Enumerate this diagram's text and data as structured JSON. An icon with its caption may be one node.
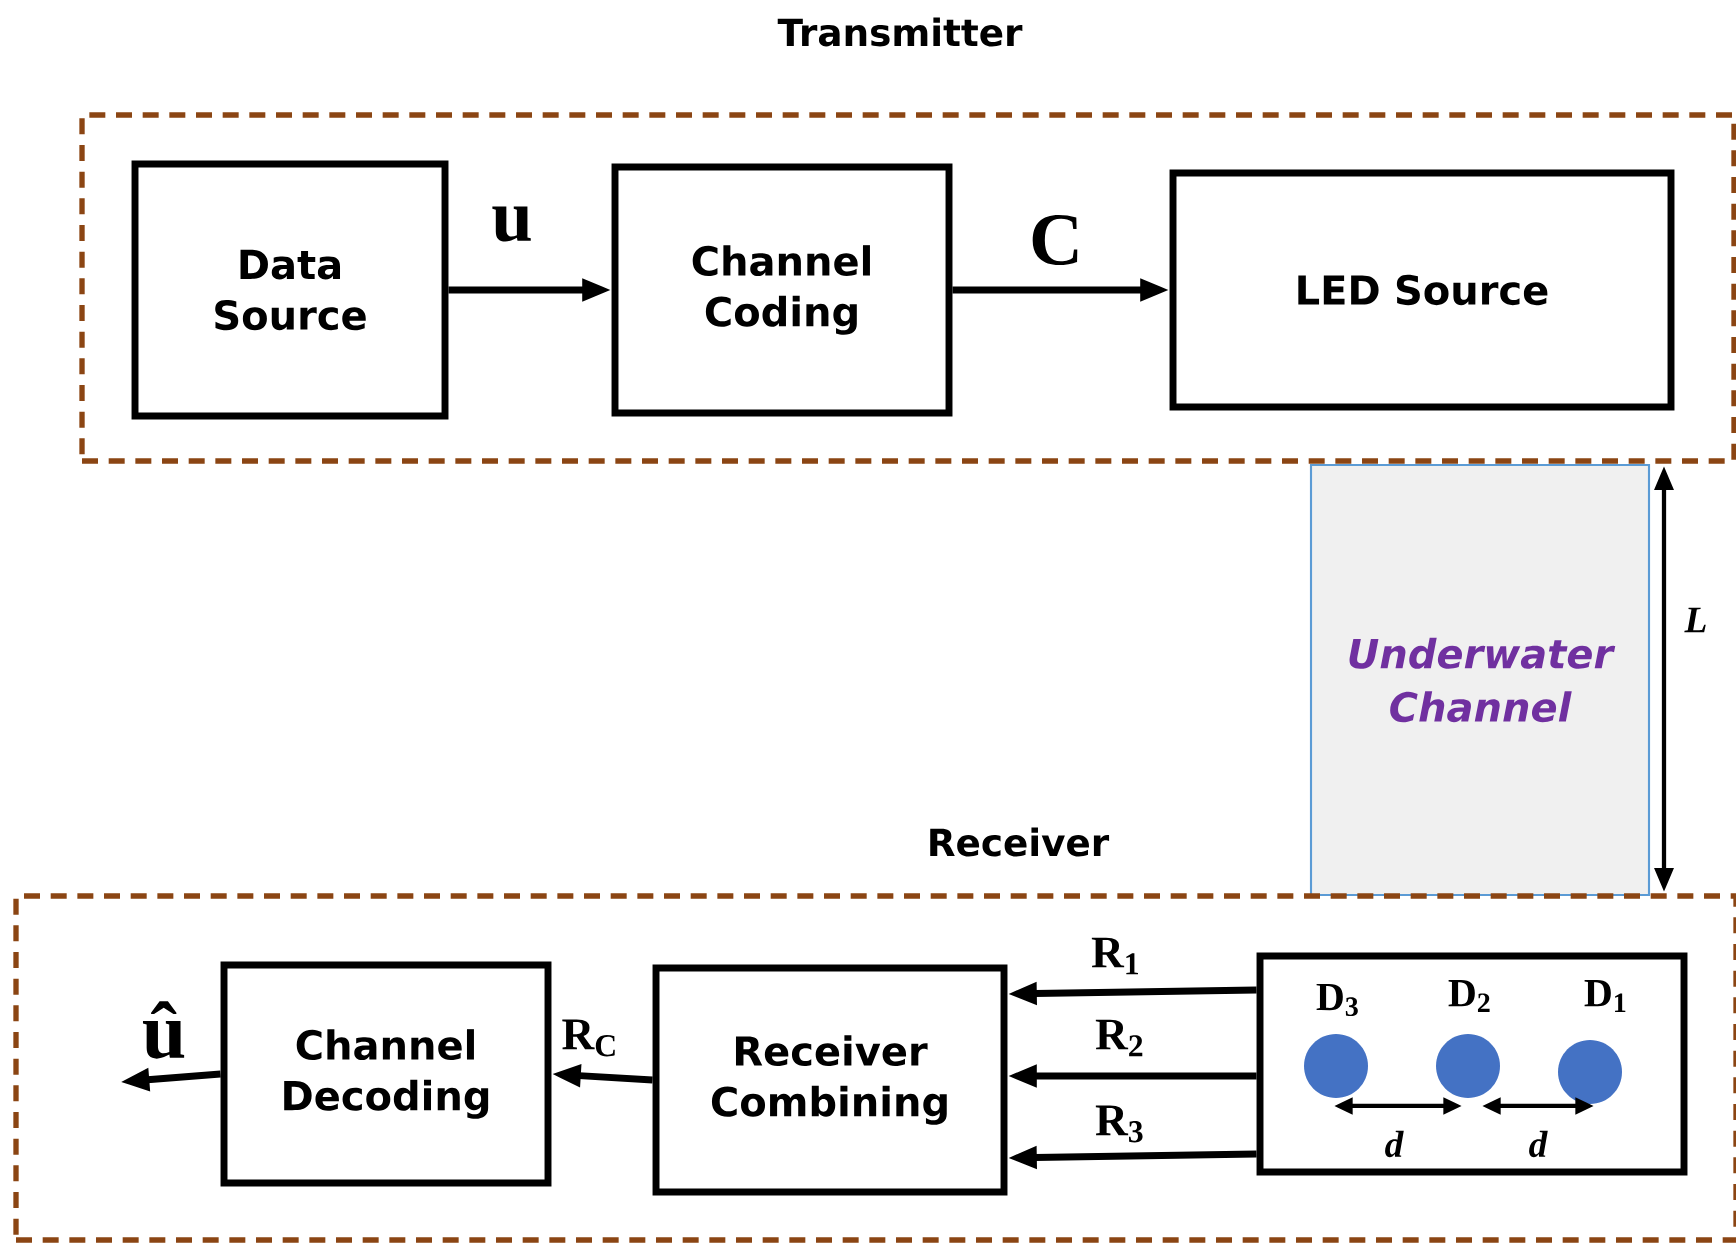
{
  "diagram": {
    "nodes": [
      {
        "text": [
          "Transmitter"
        ]
      },
      {
        "text": [
          "Data Source"
        ],
        "in": 0
      },
      {
        "text": [
          "Channel Coding"
        ],
        "in": 0
      },
      {
        "text": [
          "LED Source"
        ],
        "in": 0
      },
      {
        "text": [
          "Underwater Channel"
        ]
      },
      {
        "text": [
          "Receiver"
        ]
      },
      {
        "text": [
          "Channel Decoding"
        ],
        "in": 5
      },
      {
        "text": [
          "Receiver Combining"
        ],
        "in": 5
      },
      {
        "text": [
          "D$_{3}$",
          "D$_{2}$",
          "D$_{1}$"
        ],
        "in": 5
      }
    ],
    "edges": [
      {
        "from": 1,
        "to": 2,
        "arrow": "to",
        "label": "u"
      },
      {
        "from": 2,
        "to": 3,
        "arrow": "to",
        "label": "C"
      },
      {
        "from": 8,
        "to": 7,
        "arrow": "to",
        "label": "R$_{1}$"
      },
      {
        "from": 8,
        "to": 7,
        "arrow": "to",
        "label": "R$_{2}$"
      },
      {
        "from": 8,
        "to": 7,
        "arrow": "to",
        "label": "R$_{3}$"
      },
      {
        "from": 7,
        "to": 6,
        "arrow": "to",
        "label": "R$_{C}$"
      },
      {
        "from": 6,
        "to": null,
        "arrow": "to",
        "label": "û"
      }
    ],
    "labels": [
      "L",
      "d",
      "d"
    ]
  }
}
